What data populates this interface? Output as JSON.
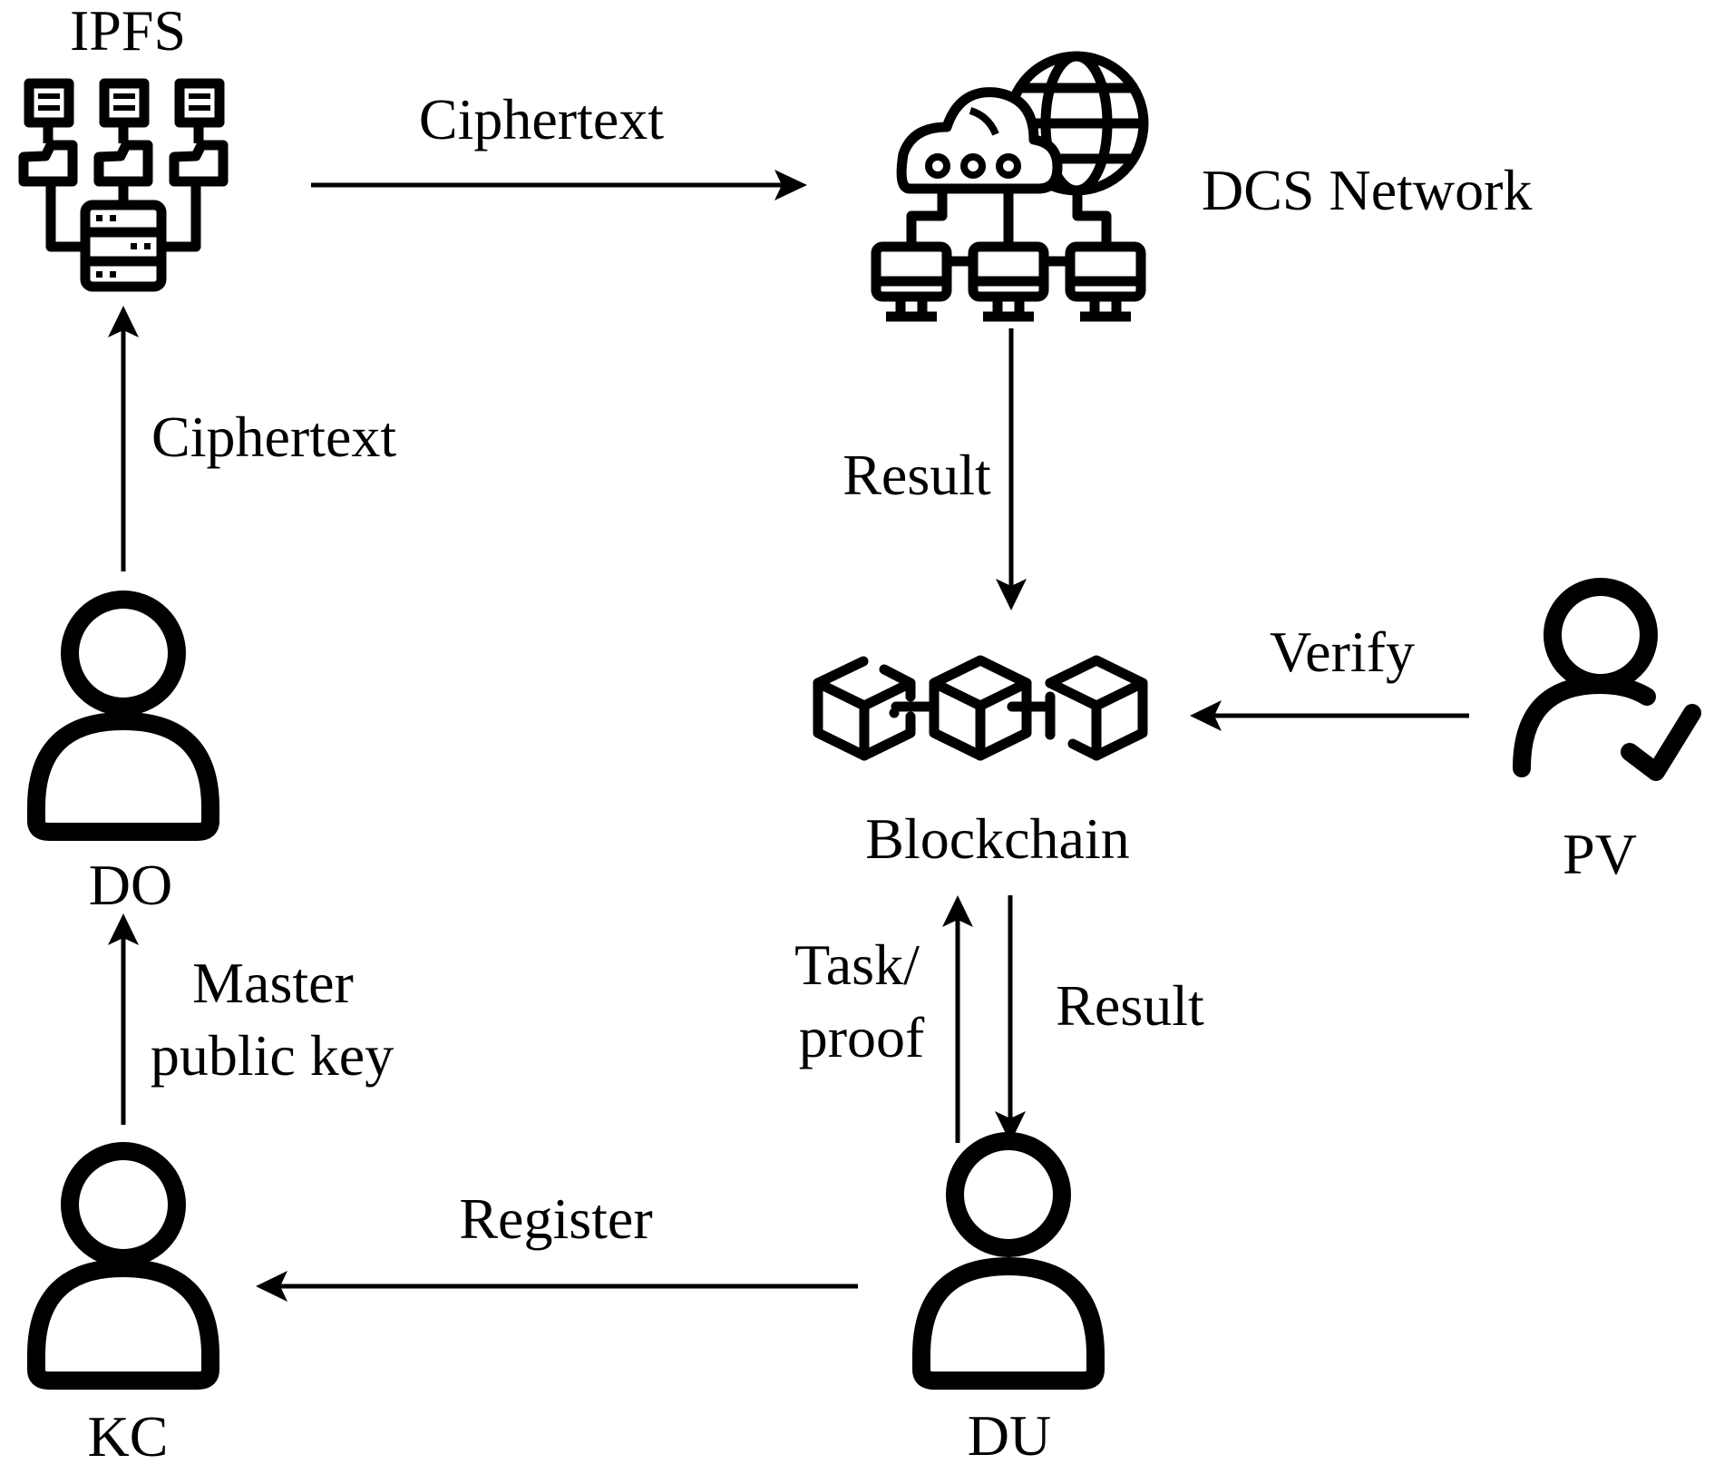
{
  "diagram": {
    "nodes": {
      "ipfs": {
        "label": "IPFS",
        "icon": "distributed-storage-icon"
      },
      "dcs": {
        "label": "DCS Network",
        "icon": "cloud-network-icon"
      },
      "blockchain": {
        "label": "Blockchain",
        "icon": "blockchain-icon"
      },
      "do": {
        "label": "DO",
        "icon": "user-icon"
      },
      "kc": {
        "label": "KC",
        "icon": "user-icon"
      },
      "du": {
        "label": "DU",
        "icon": "user-icon"
      },
      "pv": {
        "label": "PV",
        "icon": "user-check-icon"
      }
    },
    "edges": {
      "ipfs_to_dcs": {
        "from": "IPFS",
        "to": "DCS Network",
        "label": "Ciphertext"
      },
      "do_to_ipfs": {
        "from": "DO",
        "to": "IPFS",
        "label": "Ciphertext"
      },
      "kc_to_do": {
        "from": "KC",
        "to": "DO",
        "label_line1": "Master",
        "label_line2": "public key"
      },
      "dcs_to_blockchain": {
        "from": "DCS Network",
        "to": "Blockchain",
        "label": "Result"
      },
      "pv_to_blockchain": {
        "from": "PV",
        "to": "Blockchain",
        "label": "Verify"
      },
      "du_to_blockchain": {
        "from": "DU",
        "to": "Blockchain",
        "label_line1": "Task/",
        "label_line2": "proof"
      },
      "blockchain_to_du": {
        "from": "Blockchain",
        "to": "DU",
        "label": "Result"
      },
      "du_to_kc": {
        "from": "DU",
        "to": "KC",
        "label": "Register"
      }
    }
  }
}
